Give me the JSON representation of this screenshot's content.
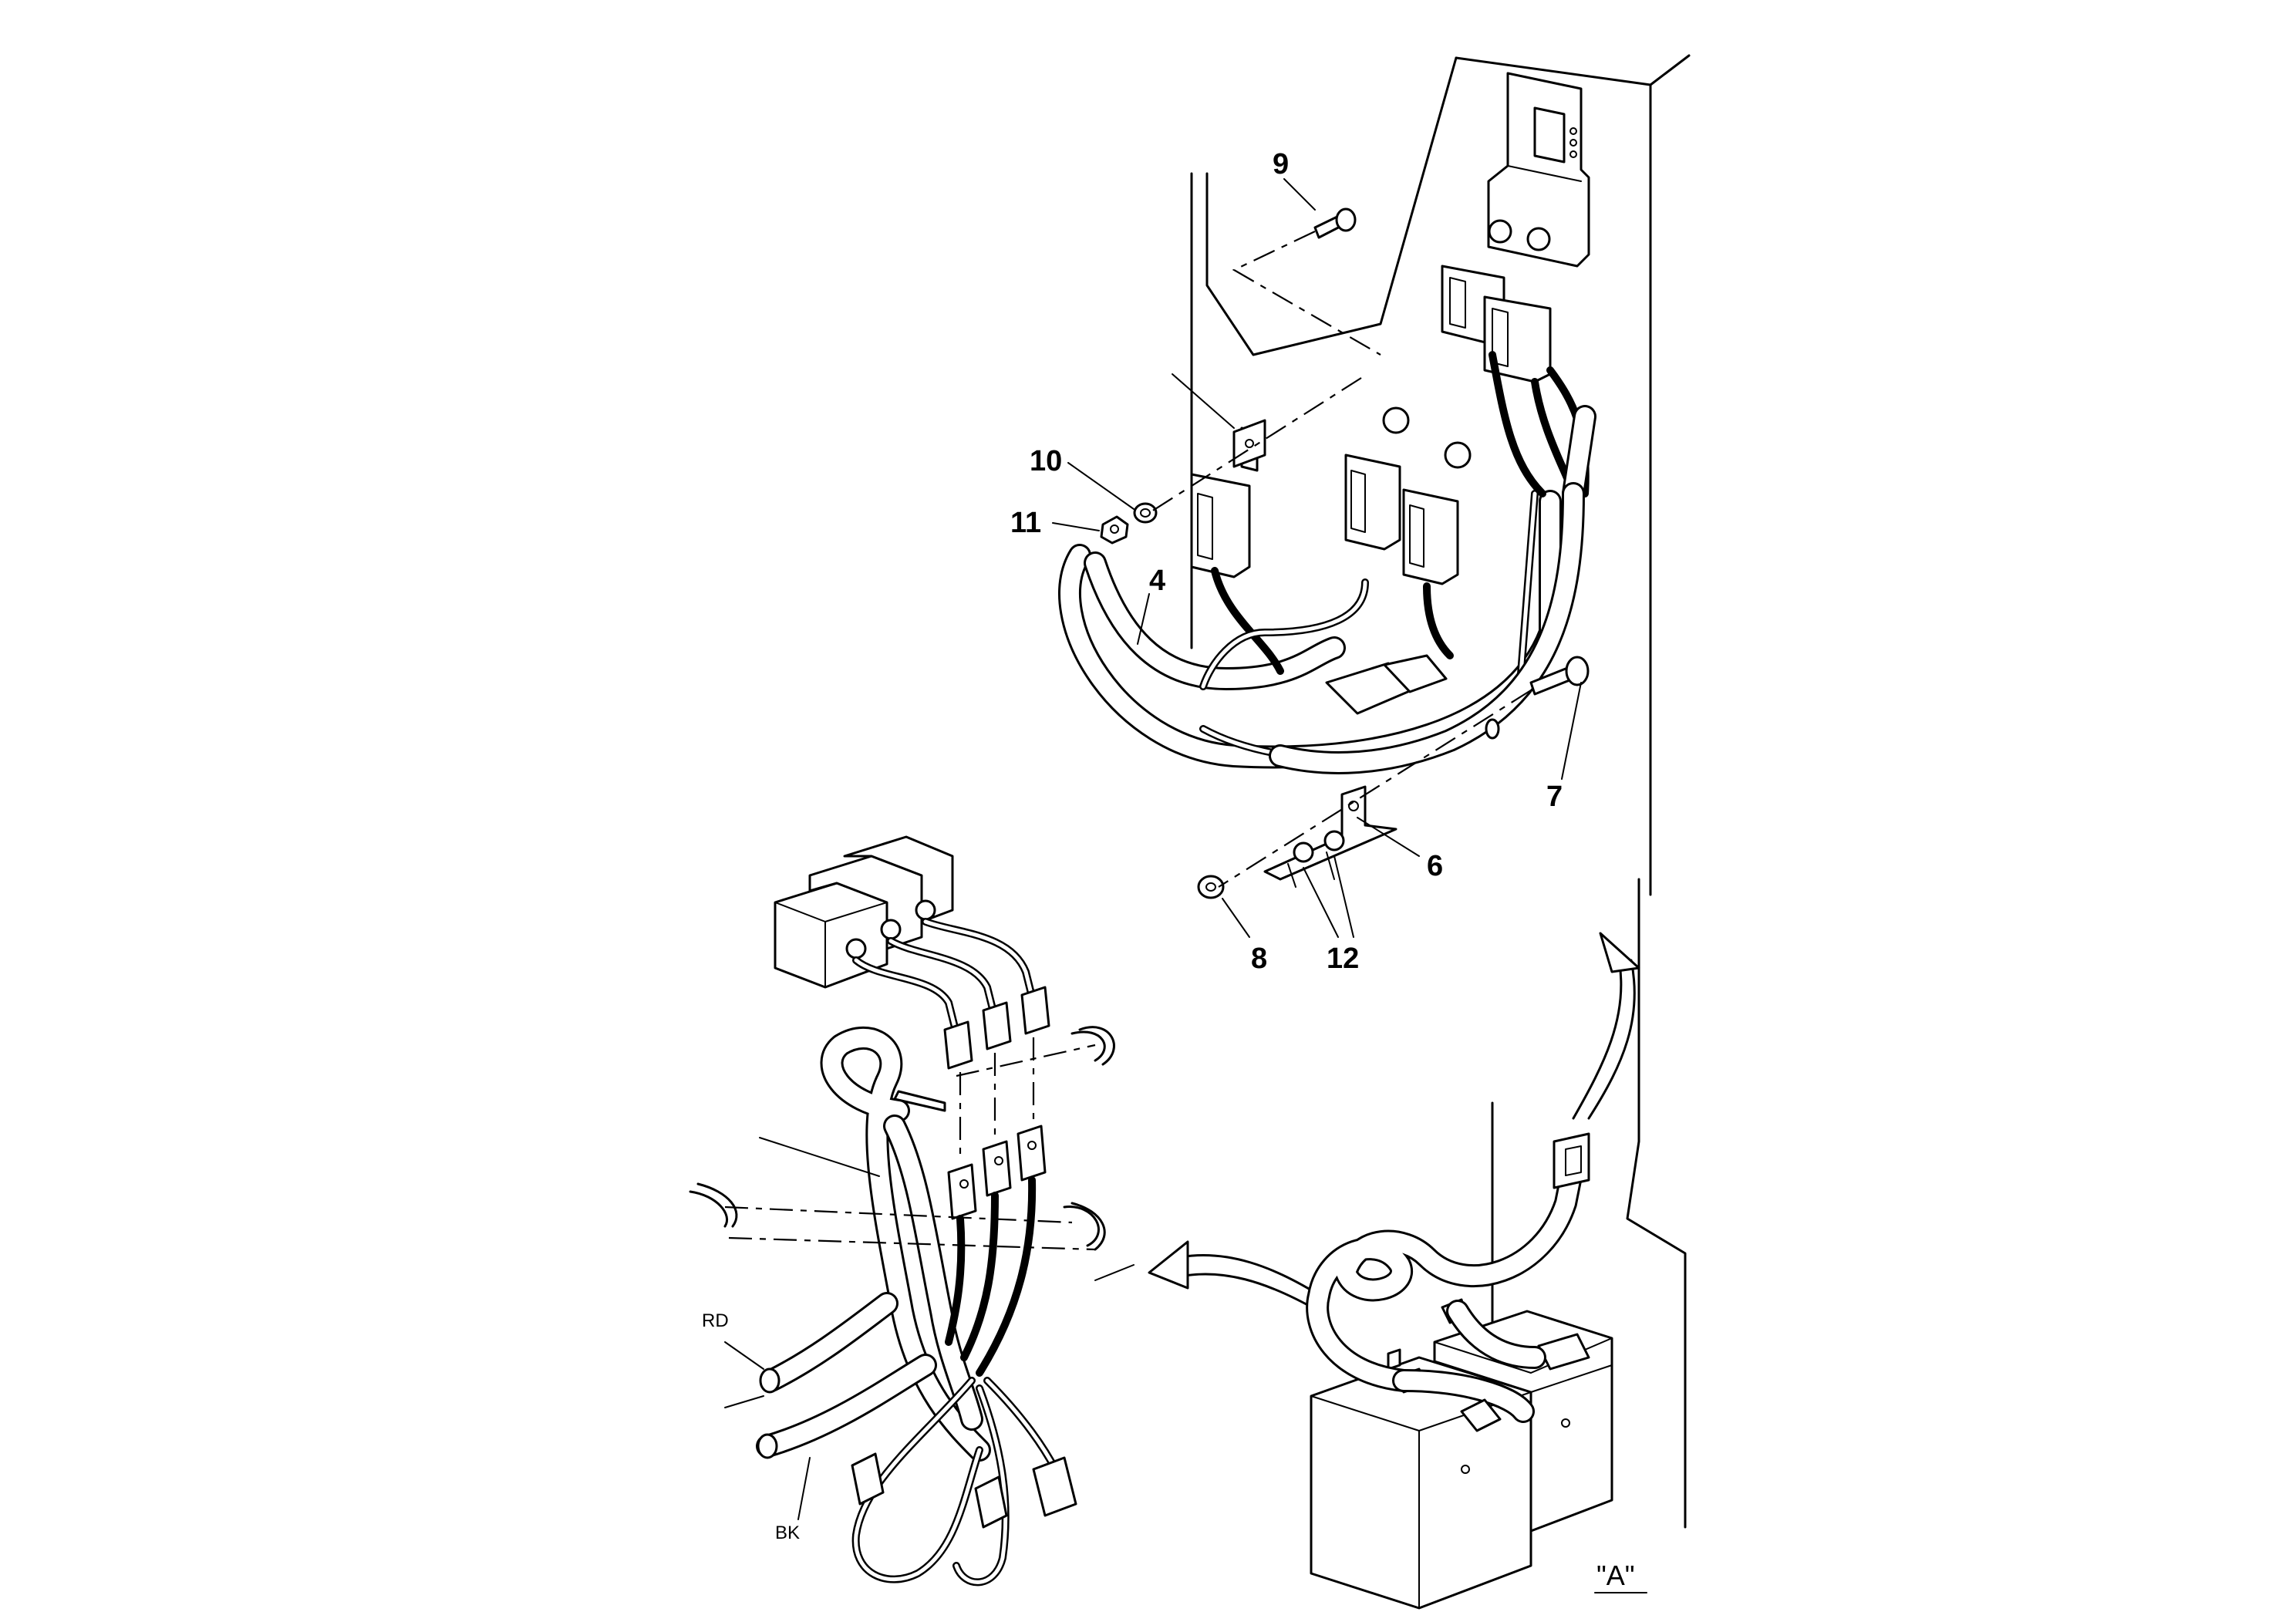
{
  "callouts": [
    {
      "id": "c9",
      "label": "9"
    },
    {
      "id": "c10",
      "label": "10"
    },
    {
      "id": "c11",
      "label": "11"
    },
    {
      "id": "c4",
      "label": "4"
    },
    {
      "id": "c7",
      "label": "7"
    },
    {
      "id": "c6",
      "label": "6"
    },
    {
      "id": "c8",
      "label": "8"
    },
    {
      "id": "c12",
      "label": "12"
    }
  ],
  "wire_tags": {
    "red": "RD",
    "black": "BK"
  },
  "view_label": "\"A\""
}
